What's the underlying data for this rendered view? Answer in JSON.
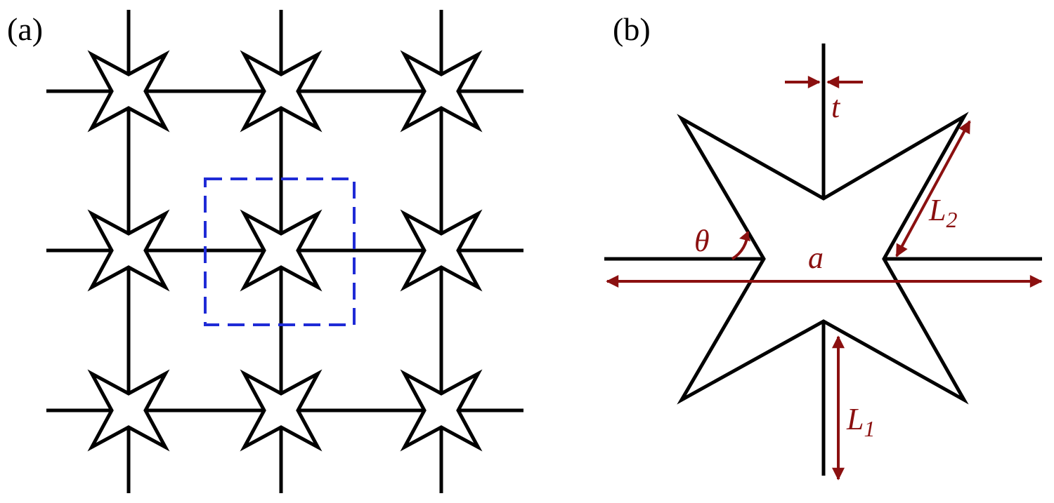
{
  "panels": {
    "a": {
      "label": "(a)"
    },
    "b": {
      "label": "(b)"
    }
  },
  "dimensions": {
    "t": "t",
    "theta": "θ",
    "a": "a",
    "L1_main": "L",
    "L1_sub": "1",
    "L2_main": "L",
    "L2_sub": "2"
  },
  "colors": {
    "structure": "#000000",
    "dimension": "#8b1010",
    "unit_cell_outline": "#1f2bd6"
  },
  "lattice": {
    "rows": 3,
    "cols": 3,
    "unit_cell_highlight": "center"
  }
}
